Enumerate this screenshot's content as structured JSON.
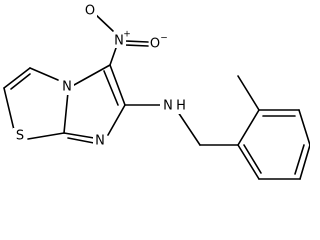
{
  "molecule": {
    "atoms": {
      "nitro_N": "N",
      "nitro_N_charge": "+",
      "nitro_O1": "O",
      "nitro_O1_charge": "−",
      "nitro_O2": "O",
      "ring_N_bridge": "N",
      "ring_N_lower": "N",
      "ring_S": "S",
      "amine_N": "N",
      "amine_H": "H"
    }
  }
}
